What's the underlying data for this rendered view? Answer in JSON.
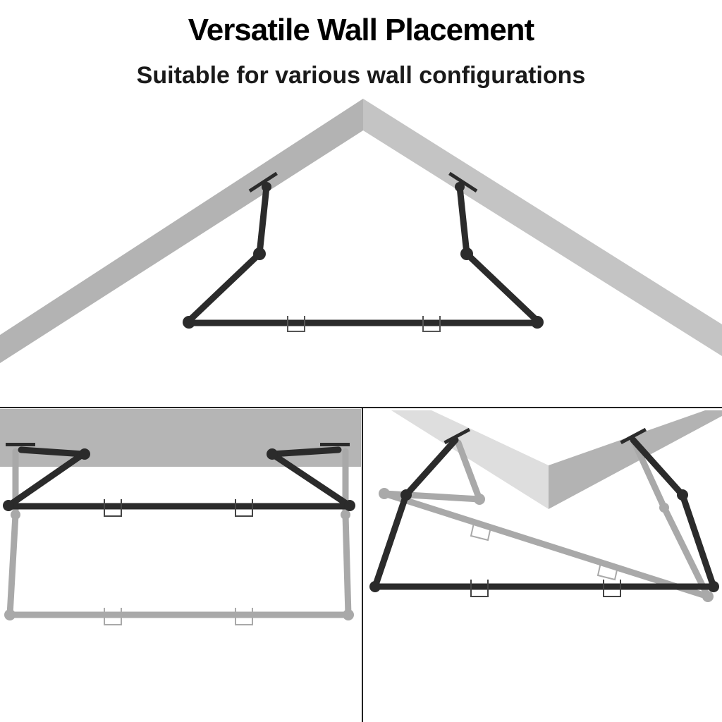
{
  "header": {
    "title": "Versatile Wall Placement",
    "subtitle": "Suitable for various wall configurations"
  },
  "colors": {
    "bar": "#2b2b2b",
    "bar_ghost": "#a9a9a9",
    "wall_face": "#b2b2b2",
    "wall_light": "#d9d9d9",
    "divider": "#222222",
    "background": "#ffffff"
  },
  "panels": [
    {
      "name": "angled-ceiling-peak"
    },
    {
      "name": "flat-ceiling"
    },
    {
      "name": "inside-corner"
    }
  ]
}
